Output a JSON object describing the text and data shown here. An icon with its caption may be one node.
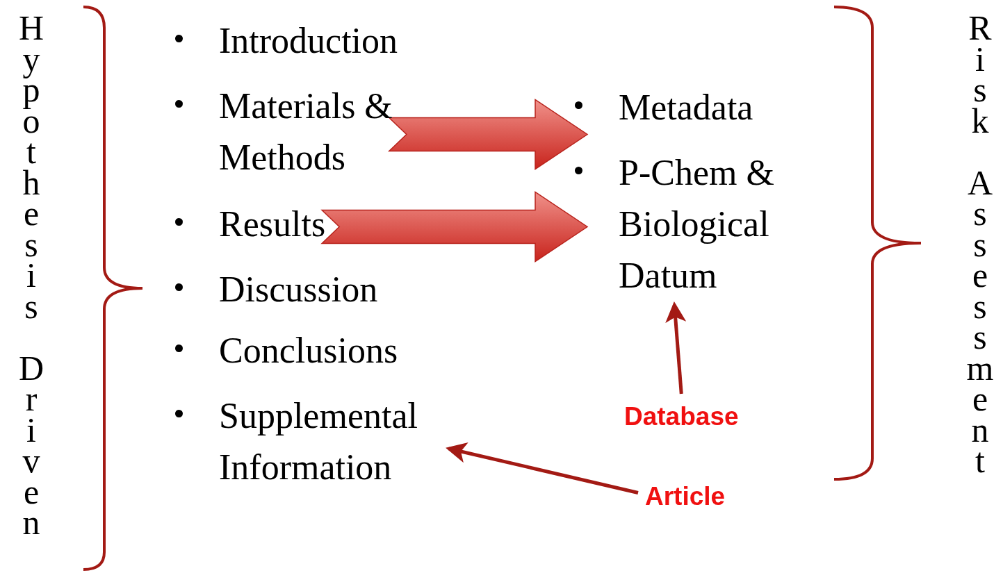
{
  "diagram": {
    "nodes": [
      {
        "text": [
          "Introduction"
        ]
      },
      {
        "text": [
          "Materials & Methods"
        ]
      },
      {
        "text": [
          "Results"
        ]
      },
      {
        "text": [
          "Discussion"
        ]
      },
      {
        "text": [
          "Conclusions"
        ]
      },
      {
        "text": [
          "Supplemental Information"
        ]
      },
      {
        "text": [
          "Metadata"
        ]
      },
      {
        "text": [
          "P-Chem & Biological Datum"
        ]
      },
      {
        "text": [
          "Database"
        ]
      },
      {
        "text": [
          "Article"
        ]
      }
    ],
    "edges": [
      {
        "from": 1,
        "to": 6,
        "arrow": "to",
        "style": "thick"
      },
      {
        "from": 2,
        "to": 7,
        "arrow": "to",
        "style": "thick"
      },
      {
        "from": 8,
        "to": 7,
        "arrow": "to"
      },
      {
        "from": 9,
        "to": 5,
        "arrow": "to"
      }
    ],
    "labels": [
      "Hypothesis Driven",
      "Risk Assessment"
    ]
  }
}
